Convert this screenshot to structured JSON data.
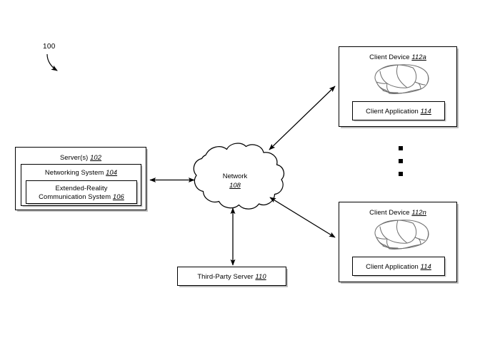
{
  "figure": {
    "number": "100"
  },
  "server_group": {
    "outer": {
      "name": "Server(s)",
      "ref": "102"
    },
    "networking_system": {
      "name": "Networking System",
      "ref": "104"
    },
    "xr_system": {
      "line1": "Extended-Reality",
      "line2": "Communication System",
      "ref": "106"
    }
  },
  "network": {
    "name": "Network",
    "ref": "108",
    "shape": "cloud-icon"
  },
  "third_party_server": {
    "name": "Third-Party Server",
    "ref": "110"
  },
  "client_devices": [
    {
      "name": "Client Device",
      "ref": "112a",
      "device_icon": "vr-headset-icon",
      "application": {
        "name": "Client Application",
        "ref": "114"
      }
    },
    {
      "name": "Client Device",
      "ref": "112n",
      "device_icon": "vr-headset-icon",
      "application": {
        "name": "Client Application",
        "ref": "114"
      }
    }
  ],
  "ellipsis": {
    "icon": "vertical-ellipsis-icon",
    "dot_count": 3
  },
  "connections": [
    {
      "from": "Server(s) 102",
      "to": "Network 108",
      "style": "double-arrow-horizontal"
    },
    {
      "from": "Network 108",
      "to": "Client Device 112a",
      "style": "double-arrow-diagonal"
    },
    {
      "from": "Network 108",
      "to": "Client Device 112n",
      "style": "double-arrow-diagonal"
    },
    {
      "from": "Network 108",
      "to": "Third-Party Server 110",
      "style": "double-arrow-vertical"
    }
  ],
  "colors": {
    "line": "#000000",
    "background": "#ffffff",
    "shadow": "#b8b8b8"
  }
}
